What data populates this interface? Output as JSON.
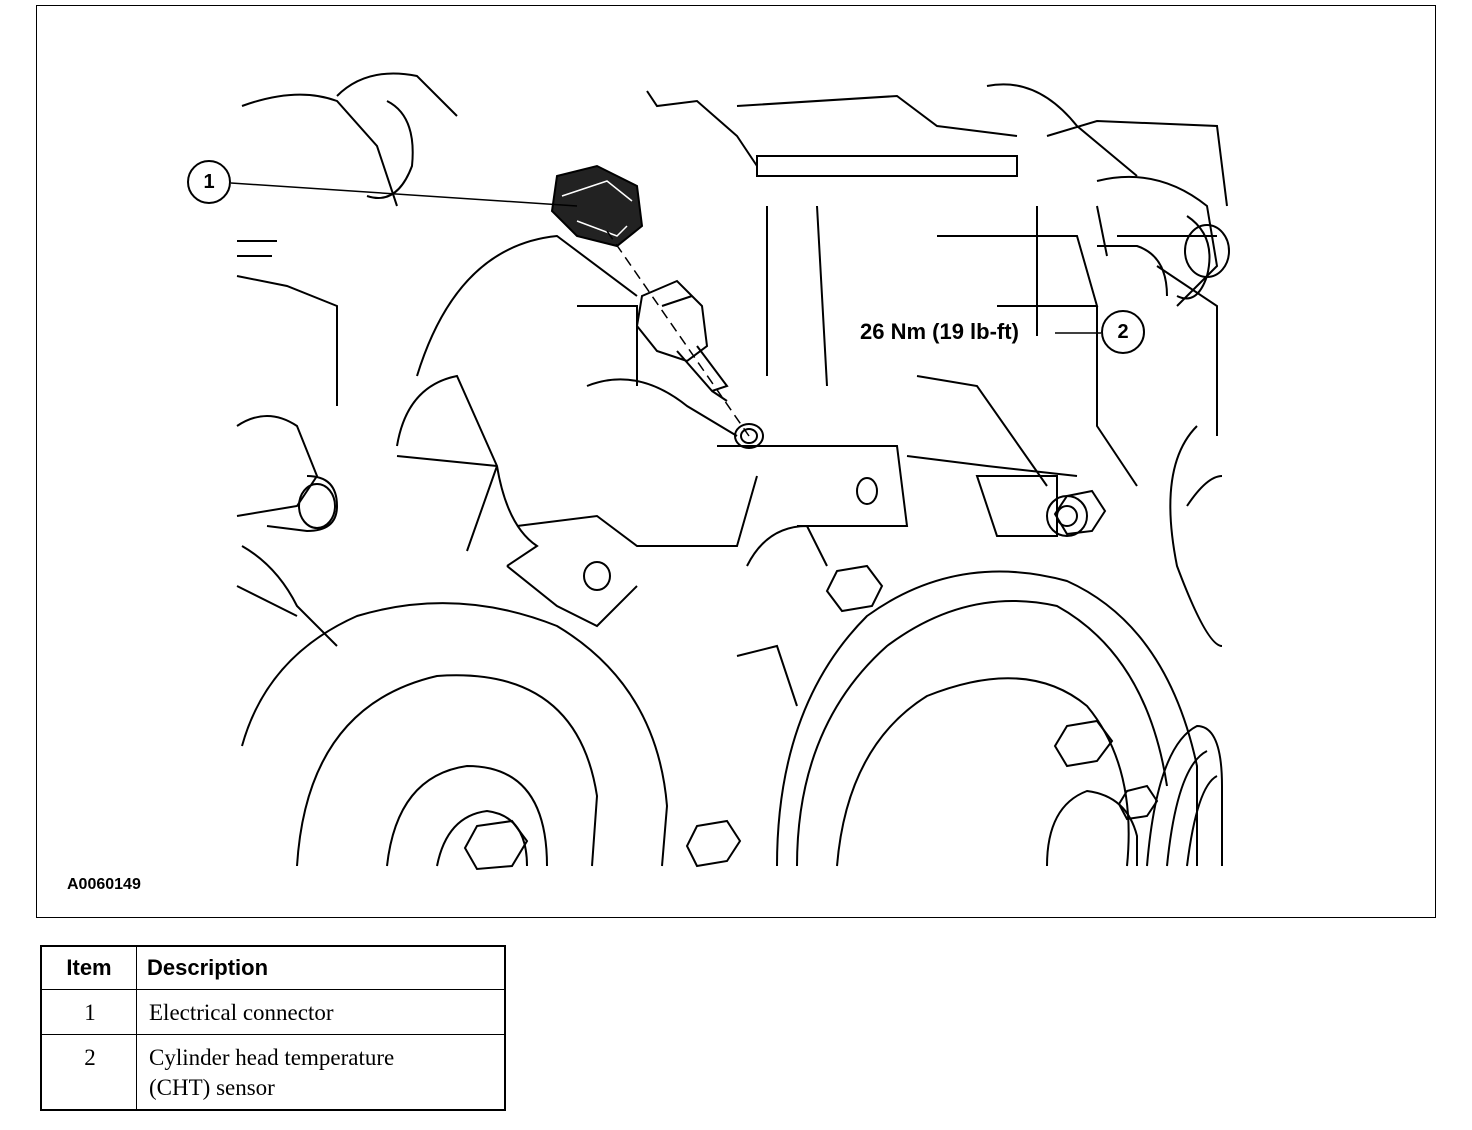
{
  "figure": {
    "figure_id": "A0060149",
    "callouts": [
      {
        "number": "1"
      },
      {
        "number": "2"
      }
    ],
    "torque_spec": "26 Nm (19 lb-ft)"
  },
  "legend": {
    "headers": {
      "item": "Item",
      "description": "Description"
    },
    "rows": [
      {
        "item": "1",
        "description": "Electrical connector"
      },
      {
        "item": "2",
        "description_line1": "Cylinder head temperature",
        "description_line2": "(CHT) sensor"
      }
    ]
  }
}
